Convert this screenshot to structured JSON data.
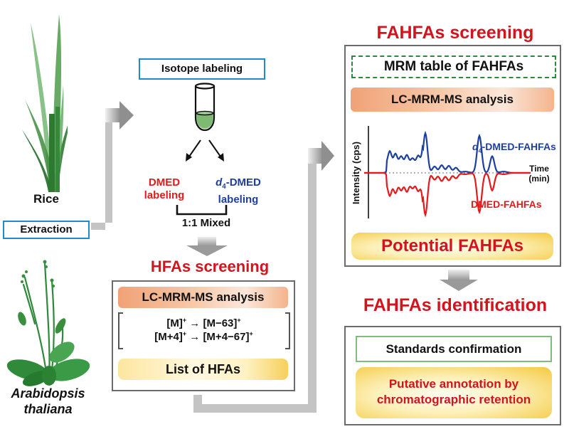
{
  "plants": {
    "rice": {
      "label": "Rice"
    },
    "arabidopsis": {
      "label_line1": "Arabidopsis",
      "label_line2": "thaliana"
    }
  },
  "steps": {
    "extraction": "Extraction",
    "isotope_labeling": "Isotope labeling",
    "dmed_labeling": {
      "line1": "DMED",
      "line2": "labeling"
    },
    "d4_dmed_labeling": {
      "italic": "d",
      "subscript": "4",
      "rest": "-DMED",
      "line2": "labeling"
    },
    "mixed": "1:1 Mixed"
  },
  "hfas_screening": {
    "title": "HFAs screening",
    "analysis": "LC-MRM-MS analysis",
    "transition1": {
      "left": "[M]",
      "left_sup": "+",
      "arrow": "→",
      "right": "[M−63]",
      "right_sup": "+"
    },
    "transition2": {
      "left": "[M+4]",
      "left_sup": "+",
      "arrow": "→",
      "right": "[M+4−67]",
      "right_sup": "+"
    },
    "result": "List of HFAs"
  },
  "fahfas_screening": {
    "title": "FAHFAs screening",
    "mrm_table": "MRM table of FAHFAs",
    "analysis": "LC-MRM-MS analysis",
    "result": "Potential FAHFAs"
  },
  "chromatogram": {
    "ylabel": "Intensity (cps)",
    "xlabel_line1": "Time",
    "xlabel_line2": "(min)",
    "series": [
      {
        "name_italic": "d",
        "name_sub": "4",
        "name_rest": "-DMED-FAHFAs",
        "color": "#1f3fa0",
        "direction": "up"
      },
      {
        "name": "DMED-FAHFAs",
        "color": "#e41a1c",
        "direction": "down"
      }
    ]
  },
  "fahfas_identification": {
    "title": "FAHFAs identification",
    "standards": "Standards confirmation",
    "putative_line1": "Putative annotation by",
    "putative_line2": "chromatographic retention"
  },
  "colors": {
    "title_red": "#d2141e",
    "box_blue": "#1e8ad0",
    "d4_blue": "#1f3fa0",
    "dmed_red": "#e41a1c",
    "arrow_gray": "#c4c4c4"
  }
}
